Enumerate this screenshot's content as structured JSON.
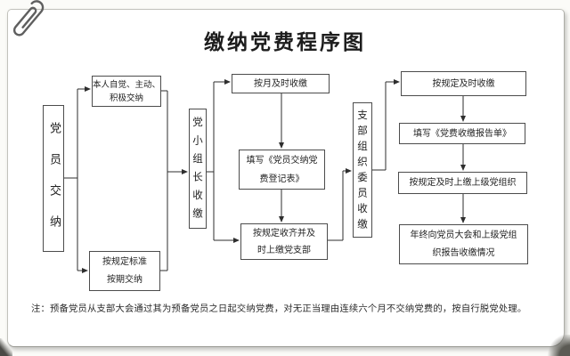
{
  "title": "缴纳党费程序图",
  "note": "注：预备党员从支部大会通过其为预备党员之日起交纳党费，对无正当理由连续六个月不交纳党费的，按自行脱党处理。",
  "flowchart": {
    "stages": {
      "member_pay": {
        "label": "党员交纳"
      },
      "self_pay": {
        "label": "本人自觉、主动、\n积极交纳"
      },
      "standard_pay": {
        "label": "按规定标准\n按期交纳"
      },
      "group_leader_collect": {
        "label": "党小组长收缴"
      },
      "monthly_collect": {
        "label": "按月及时收缴"
      },
      "fill_member_register": {
        "label": "填写《党员交纳党\n费登记表》"
      },
      "collect_submit_branch": {
        "label": "按规定收齐并及\n时上缴党支部"
      },
      "branch_committee_collect": {
        "label": "支部组织委员收缴"
      },
      "timely_collect": {
        "label": "按规定及时收缴"
      },
      "fill_fee_report": {
        "label": "填写《党费收缴报告单》"
      },
      "submit_higher_org": {
        "label": "按规定及时上缴上级党组织"
      },
      "year_end_report": {
        "label": "年终向党员大会和上级党组\n织报告收缴情况"
      }
    }
  },
  "colors": {
    "paper": "#ffffff",
    "line": "#2e2e2e",
    "box_border": "#4c4c4c",
    "text": "#222222"
  }
}
